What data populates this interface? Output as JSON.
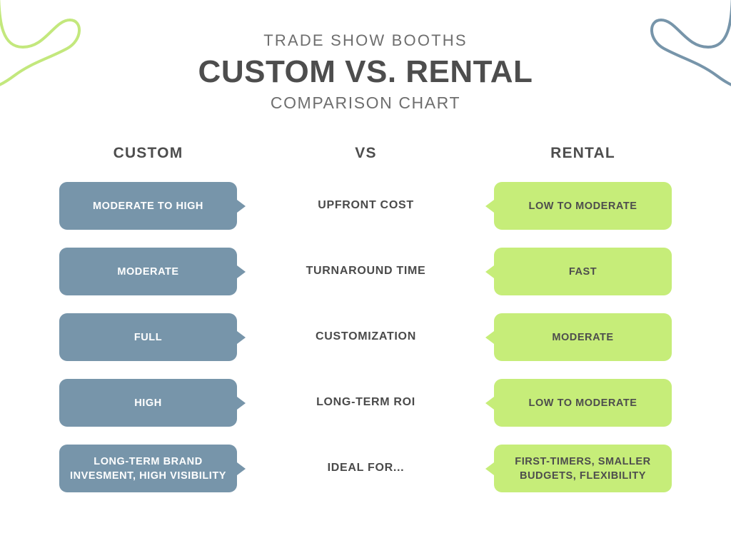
{
  "header": {
    "eyebrow": "TRADE SHOW BOOTHS",
    "title": "CUSTOM VS. RENTAL",
    "subtitle": "COMPARISON CHART"
  },
  "columns": {
    "left": "CUSTOM",
    "center": "VS",
    "right": "RENTAL"
  },
  "colors": {
    "custom_box": "#7795aa",
    "rental_box": "#c6ed79",
    "title_text": "#4d4d4d",
    "eyebrow_text": "#6e6e6e",
    "custom_box_text": "#ffffff",
    "rental_box_text": "#4d4d4d",
    "squiggle_green": "#c3e87d",
    "squiggle_blue": "#7795aa",
    "background": "#ffffff"
  },
  "decorations": [
    {
      "name": "squiggle-top-left",
      "color": "#c3e87d"
    },
    {
      "name": "squiggle-top-right",
      "color": "#7795aa"
    }
  ],
  "chart_data": {
    "type": "table",
    "title": "CUSTOM VS. RENTAL COMPARISON CHART",
    "columns": [
      "CUSTOM",
      "VS",
      "RENTAL"
    ],
    "rows": [
      {
        "criterion": "UPFRONT COST",
        "custom": "MODERATE TO HIGH",
        "rental": "LOW TO MODERATE"
      },
      {
        "criterion": "TURNAROUND TIME",
        "custom": "MODERATE",
        "rental": "FAST"
      },
      {
        "criterion": "CUSTOMIZATION",
        "custom": "FULL",
        "rental": "MODERATE"
      },
      {
        "criterion": "LONG-TERM ROI",
        "custom": "HIGH",
        "rental": "LOW TO MODERATE"
      },
      {
        "criterion": "IDEAL FOR...",
        "custom": "LONG-TERM BRAND INVESMENT, HIGH VISIBILITY",
        "rental": "FIRST-TIMERS, SMALLER BUDGETS, FLEXIBILITY"
      }
    ]
  }
}
